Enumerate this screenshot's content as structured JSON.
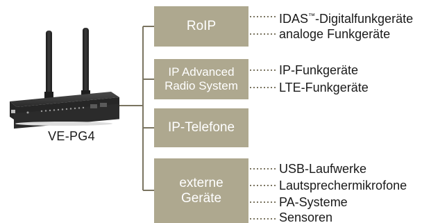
{
  "device": {
    "name": "VE-PG4"
  },
  "categories": [
    {
      "id": "roip",
      "lines": [
        "RoIP"
      ],
      "items": [
        {
          "text": "IDAS",
          "sup": "™",
          "rest": "-Digitalfunkgeräte"
        },
        {
          "text": "analoge Funkgeräte"
        }
      ]
    },
    {
      "id": "iprs",
      "lines": [
        "IP Advanced",
        "Radio System"
      ],
      "items": [
        {
          "text": "IP-Funkgeräte"
        },
        {
          "text": "LTE-Funkgeräte"
        }
      ]
    },
    {
      "id": "ipt",
      "lines": [
        "IP-Telefone"
      ],
      "items": []
    },
    {
      "id": "ext",
      "lines": [
        "externe",
        "Geräte"
      ],
      "items": [
        {
          "text": "USB-Laufwerke"
        },
        {
          "text": "Lautsprechermikrofone"
        },
        {
          "text": "PA-Systeme"
        },
        {
          "text": "Sensoren"
        }
      ]
    }
  ],
  "colors": {
    "box_fill": "#aea88f",
    "line": "#7a7460",
    "device_body": "#2b2b2b"
  }
}
